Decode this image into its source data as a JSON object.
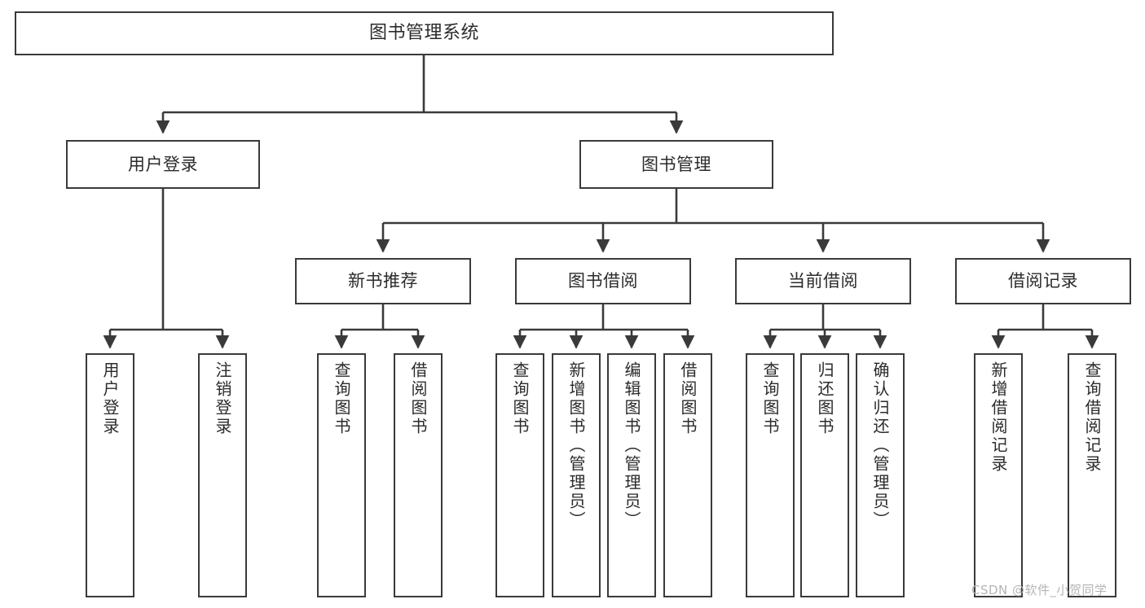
{
  "diagram": {
    "title": "图书管理系统",
    "type": "tree-hierarchy",
    "watermark": "CSDN @软件_小贺同学",
    "colors": {
      "stroke": "#3a3a3a",
      "fill": "#ffffff",
      "text": "#2b2b2b",
      "watermark": "#b4b4b4"
    }
  },
  "nodes": {
    "root": {
      "label": "图书管理系统"
    },
    "level1": [
      {
        "label": "用户登录"
      },
      {
        "label": "图书管理"
      }
    ],
    "level2": [
      {
        "label": "新书推荐"
      },
      {
        "label": "图书借阅"
      },
      {
        "label": "当前借阅"
      },
      {
        "label": "借阅记录"
      }
    ],
    "leaves": {
      "user_login": [
        {
          "label": "用户登录"
        },
        {
          "label": "注销登录"
        }
      ],
      "new_book_recommend": [
        {
          "label": "查询图书"
        },
        {
          "label": "借阅图书"
        }
      ],
      "book_borrow": [
        {
          "label": "查询图书"
        },
        {
          "label": "新增图书（管理员）"
        },
        {
          "label": "编辑图书（管理员）"
        },
        {
          "label": "借阅图书"
        }
      ],
      "current_borrow": [
        {
          "label": "查询图书"
        },
        {
          "label": "归还图书"
        },
        {
          "label": "确认归还（管理员）"
        }
      ],
      "borrow_record": [
        {
          "label": "新增借阅记录"
        },
        {
          "label": "查询借阅记录"
        }
      ]
    }
  }
}
